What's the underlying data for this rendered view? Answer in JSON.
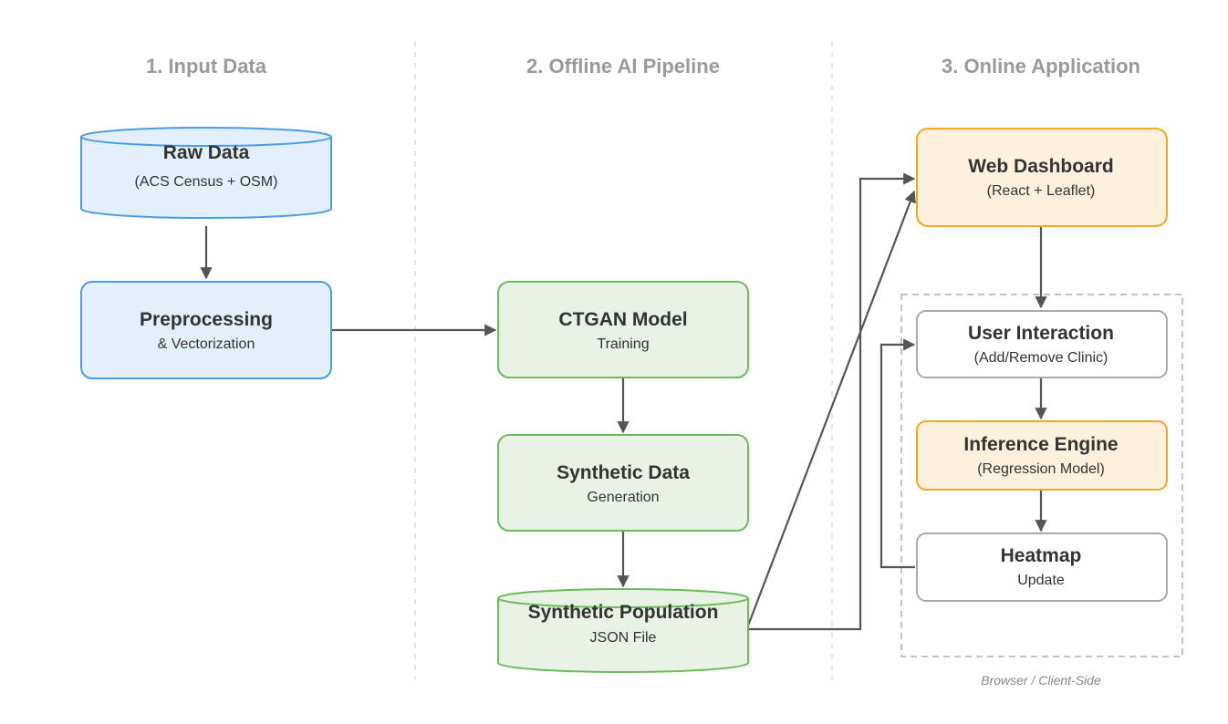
{
  "columns": [
    {
      "id": "col-input",
      "title": "1. Input Data"
    },
    {
      "id": "col-pipeline",
      "title": "2. Offline AI Pipeline"
    },
    {
      "id": "col-online",
      "title": "3. Online Application"
    }
  ],
  "nodes": {
    "raw_data": {
      "title": "Raw Data",
      "subtitle": "(ACS Census + OSM)"
    },
    "preprocessing": {
      "title": "Preprocessing",
      "subtitle": "& Vectorization"
    },
    "ctgan": {
      "title": "CTGAN Model",
      "subtitle": "Training"
    },
    "synthetic_data": {
      "title": "Synthetic Data",
      "subtitle": "Generation"
    },
    "synthetic_population": {
      "title": "Synthetic Population",
      "subtitle": "JSON File"
    },
    "web_dashboard": {
      "title": "Web Dashboard",
      "subtitle": "(React + Leaflet)"
    },
    "user_interaction": {
      "title": "User Interaction",
      "subtitle": "(Add/Remove Clinic)"
    },
    "inference_engine": {
      "title": "Inference Engine",
      "subtitle": "(Regression Model)"
    },
    "heatmap": {
      "title": "Heatmap",
      "subtitle": "Update"
    }
  },
  "region": {
    "label": "Browser / Client-Side"
  },
  "colors": {
    "blue_fill": "#e3f0fc",
    "blue_stroke": "#4a9be8",
    "green_fill": "#e8f3e6",
    "green_stroke": "#6cbb5d",
    "orange_fill": "#fdf0dd",
    "orange_stroke": "#f5a623",
    "white_fill": "#ffffff",
    "gray_stroke": "#aaaaaa",
    "arrow": "#555555",
    "column_title": "#9a9a9a"
  }
}
